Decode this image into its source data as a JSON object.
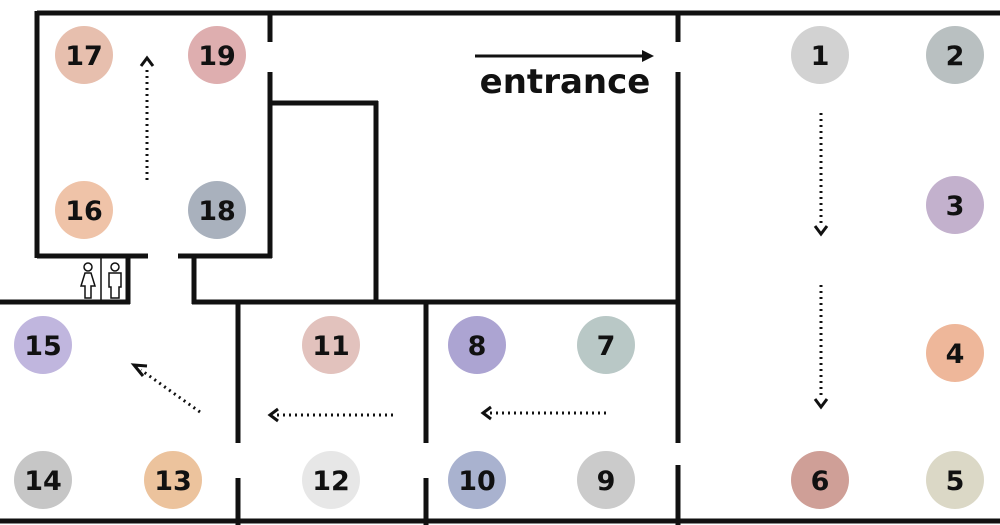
{
  "entrance": {
    "label": "entrance"
  },
  "stations": [
    {
      "id": "1",
      "color": "#d2d2d2"
    },
    {
      "id": "2",
      "color": "#b9c0c1"
    },
    {
      "id": "3",
      "color": "#c3b1cd"
    },
    {
      "id": "4",
      "color": "#eeb79a"
    },
    {
      "id": "5",
      "color": "#dbd8c6"
    },
    {
      "id": "6",
      "color": "#cf9f97"
    },
    {
      "id": "7",
      "color": "#b9c8c6"
    },
    {
      "id": "8",
      "color": "#aca4d2"
    },
    {
      "id": "9",
      "color": "#cbcbcb"
    },
    {
      "id": "10",
      "color": "#a9b2cf"
    },
    {
      "id": "11",
      "color": "#e2c2bd"
    },
    {
      "id": "12",
      "color": "#e7e7e7"
    },
    {
      "id": "13",
      "color": "#ecc39d"
    },
    {
      "id": "14",
      "color": "#c6c6c6"
    },
    {
      "id": "15",
      "color": "#c0b6de"
    },
    {
      "id": "16",
      "color": "#efc3a8"
    },
    {
      "id": "17",
      "color": "#e7bfae"
    },
    {
      "id": "18",
      "color": "#a9b1bd"
    },
    {
      "id": "19",
      "color": "#deaeaf"
    }
  ],
  "restroom": {
    "icons": [
      "woman-icon",
      "man-icon"
    ]
  }
}
